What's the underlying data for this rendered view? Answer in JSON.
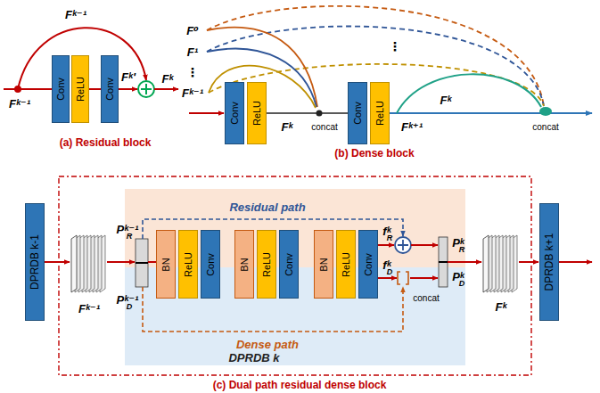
{
  "diagram": {
    "nodes": [
      {
        "text": [
          "Conv"
        ]
      },
      {
        "text": [
          "ReLU"
        ]
      },
      {
        "text": [
          "Conv"
        ]
      },
      {
        "text": [
          "Conv"
        ]
      },
      {
        "text": [
          "ReLU"
        ]
      },
      {
        "text": [
          "Conv"
        ]
      },
      {
        "text": [
          "ReLU"
        ]
      },
      {
        "text": [
          "DPRDB k-1"
        ]
      },
      {
        "text": [
          "Residual path",
          "Dense path",
          "DPRDB k"
        ]
      },
      {
        "text": [
          "BN"
        ],
        "in": 8
      },
      {
        "text": [
          "ReLU"
        ],
        "in": 8
      },
      {
        "text": [
          "Conv"
        ],
        "in": 8
      },
      {
        "text": [
          "BN"
        ],
        "in": 8
      },
      {
        "text": [
          "ReLU"
        ],
        "in": 8
      },
      {
        "text": [
          "Conv"
        ],
        "in": 8
      },
      {
        "text": [
          "BN"
        ],
        "in": 8
      },
      {
        "text": [
          "ReLU"
        ],
        "in": 8
      },
      {
        "text": [
          "Conv"
        ],
        "in": 8
      },
      {
        "text": [
          "DPRDB k+1"
        ]
      }
    ],
    "edges": [
      {
        "from": 4,
        "to": 5,
        "arrow": "none"
      }
    ],
    "labels": [
      "Fᵏ⁻¹",
      "Fᵏ⁻¹",
      "Fᵏ'",
      "Fᵏ",
      "(a) Residual block",
      "F⁰",
      "F¹",
      "⋮",
      "Fᵏ⁻¹",
      "⋮",
      "Fᵏ",
      "concat",
      "Fᵏ⁺¹",
      "Fᵏ",
      "concat",
      "(b) Dense block",
      "Fᵏ⁻¹",
      "Pᵏ⁻¹",
      "R",
      "Pᵏ⁻¹",
      "D",
      "fᵏ",
      "R",
      "fᵏ",
      "D",
      "concat",
      "Pᵏ",
      "R",
      "Pᵏ",
      "D",
      "Fᵏ",
      "(c) Dual path residual dense block"
    ]
  }
}
